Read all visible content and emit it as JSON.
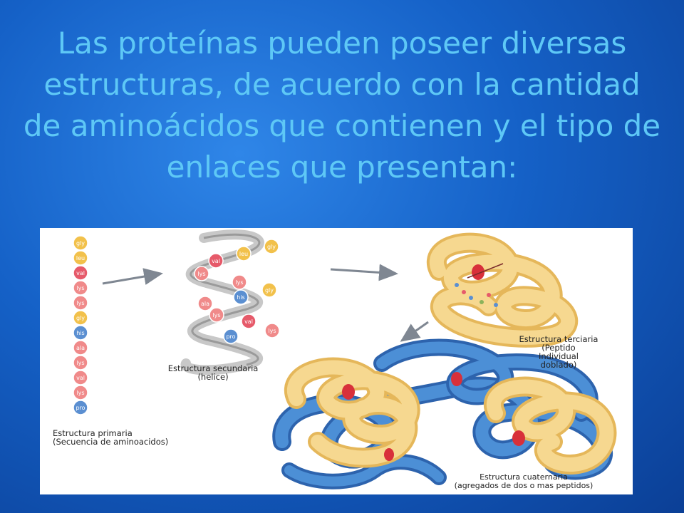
{
  "slide": {
    "title": "Las proteínas pueden poseer diversas estructuras, de acuerdo con la cantidad de aminoácidos que contienen y el tipo de enlaces que presentan:"
  },
  "figure": {
    "primary": {
      "labels": [
        "gly",
        "leu",
        "val",
        "lys",
        "lys",
        "gly",
        "his",
        "ala",
        "lys",
        "val",
        "lys",
        "pro"
      ],
      "colors": [
        "#f2c14b",
        "#f2c14b",
        "#e65a6a",
        "#f08a8a",
        "#f08a8a",
        "#f2c14b",
        "#5b8fd1",
        "#f08a8a",
        "#f08a8a",
        "#f08a8a",
        "#f08a8a",
        "#5b8fd1"
      ],
      "caption_line1": "Estructura primaria",
      "caption_line2": "(Secuencia de aminoacidos)"
    },
    "secondary": {
      "beads": [
        {
          "label": "gly",
          "color": "#f2c14b"
        },
        {
          "label": "leu",
          "color": "#f2c14b"
        },
        {
          "label": "val",
          "color": "#e65a6a"
        },
        {
          "label": "lys",
          "color": "#f08a8a"
        },
        {
          "label": "lys",
          "color": "#f08a8a"
        },
        {
          "label": "gly",
          "color": "#f2c14b"
        },
        {
          "label": "his",
          "color": "#5b8fd1"
        },
        {
          "label": "ala",
          "color": "#f08a8a"
        },
        {
          "label": "lys",
          "color": "#f08a8a"
        },
        {
          "label": "val",
          "color": "#e65a6a"
        },
        {
          "label": "lys",
          "color": "#f08a8a"
        },
        {
          "label": "pro",
          "color": "#5b8fd1"
        }
      ],
      "caption_line1": "Estructura secundaria",
      "caption_line2": "(helice)"
    },
    "tertiary": {
      "caption_line1": "Estructura terciaria",
      "caption_line2": "(Peptido",
      "caption_line3": "Individual",
      "caption_line4": "doblado)"
    },
    "quaternary": {
      "caption_line1": "Estructura cuaternaria",
      "caption_line2": "(agregados de dos o mas peptidos)"
    },
    "colors": {
      "ribbon_yellow": "#f6d890",
      "ribbon_yellow_dark": "#e5b75a",
      "ribbon_blue": "#4c8fd6",
      "ribbon_blue_dark": "#2d63ad",
      "heme_red": "#d8303a",
      "arrow_gray": "#7f8792"
    }
  }
}
